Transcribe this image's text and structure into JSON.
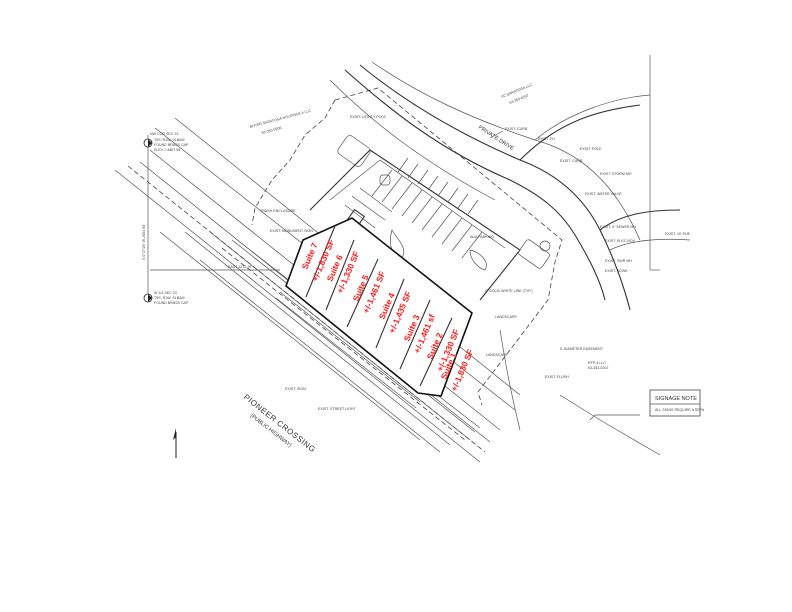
{
  "road_labels": {
    "pioneer_crossing": "PIONEER CROSSING",
    "public_highway": "(PUBLIC HIGHWAY)",
    "private_drive": "PRIVATE DRIVE"
  },
  "survey_notes": {
    "nw_corner": [
      "NW COR SEC 23",
      "T5S, R1W, SLB&M",
      "FOUND BRASS CAP",
      "ELEV = 4567.96"
    ],
    "w_quarter": [
      "W 1/4 SEC 23",
      "T5S, R1W, SLB&M",
      "FOUND BRASS CAP"
    ],
    "bearing": "S 0°27'26\" W 2654.95'",
    "east_dist": "EAST 1212.76'"
  },
  "owners": {
    "north": [
      "FC SARATOGA LLC",
      "63-353-0207"
    ],
    "west": [
      "BOYER SARATOGA HOLDINGS II LLC",
      "63-353-0206"
    ],
    "southeast": [
      "RFP-4 LLC",
      "63-353-0202"
    ]
  },
  "signage": {
    "title": "SIGNAGE NOTE",
    "note": "ALL SIGNS REQUIRE A SEPA"
  },
  "suites": [
    {
      "name": "Suite 7",
      "area": "+/-1,830 SF"
    },
    {
      "name": "Suite 6",
      "area": "+/-1,330 SF"
    },
    {
      "name": "Suite 5",
      "area": "+/-1,461 SF"
    },
    {
      "name": "Suite 4",
      "area": "+/-1,435 SF"
    },
    {
      "name": "Suite 3",
      "area": "+/-1,461 sf"
    },
    {
      "name": "Suite 2",
      "area": "+/-1,330 SF"
    },
    {
      "name": "Suite 1",
      "area": "+/-1,830 SF"
    }
  ],
  "callouts": [
    "EXIST. CURB",
    "EXIST. FH",
    "EXIST. POLE",
    "EXIST. CURB",
    "EXIST. STORM MH",
    "EXIST. WATER VALVE",
    "EXIST. 4\" SEWER MH",
    "EXIST. ELEC BOX",
    "EXIST. 10' PUE",
    "EXIST. SWR MH",
    "EXIST. SDWK",
    "EXIST. FLUSH",
    "EXIST. STREET LIGHT",
    "LANDSCAPE",
    "EXIST. MONUMENT SIGN",
    "TRASH ENCLOSURE",
    "5' DIAMETER EASEMENT",
    "EXIST. UTILITY POLE",
    "LANDSCAPE",
    "ADA PARKING",
    "4\" SOLID WHITE LINE (TYP.)",
    "EXIST. SIGN"
  ],
  "colors": {
    "suite_text": "#ff1a1a",
    "linework": "#555555"
  }
}
